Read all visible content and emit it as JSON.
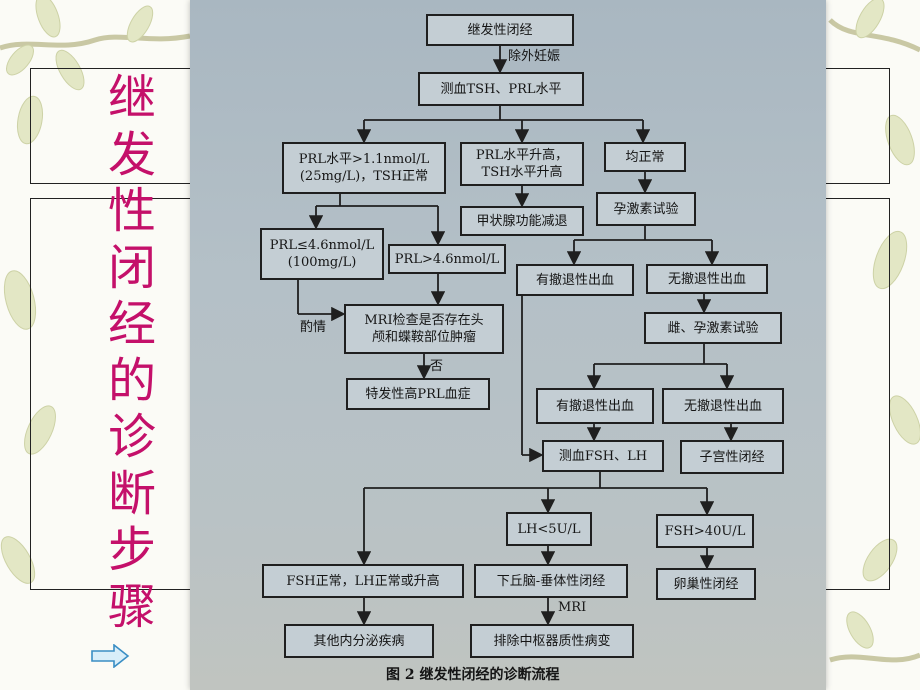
{
  "slide_title_chars": [
    "继",
    "发",
    "性",
    "闭",
    "经",
    "的",
    "诊",
    "断",
    "步",
    "骤"
  ],
  "colors": {
    "title": "#c4106a",
    "vine_leaf": "#e3e7c5",
    "vine_stem": "#c9c8a4",
    "arrow_fill": "#d9eef9",
    "arrow_stroke": "#3a8ec4"
  },
  "flowchart": {
    "caption": "图 2   继发性闭经的诊断流程",
    "nodes": {
      "n1": "继发性闭经",
      "n2": "测血TSH、PRL水平",
      "n3a": "PRL水平>1.1nmol/L",
      "n3b": "(25mg/L)，TSH正常",
      "n4a": "PRL水平升高，",
      "n4b": "TSH水平升高",
      "n5": "均正常",
      "n6": "甲状腺功能减退",
      "n7": "孕激素试验",
      "n8a": "PRL≤4.6nmol/L",
      "n8b": "(100mg/L)",
      "n9": "PRL>4.6nmol/L",
      "n10": "有撤退性出血",
      "n11": "无撤退性出血",
      "n12a": "MRI检查是否存在头",
      "n12b": "颅和蝶鞍部位肿瘤",
      "n13": "雌、孕激素试验",
      "n14": "特发性高PRL血症",
      "n15": "有撤退性出血",
      "n16": "无撤退性出血",
      "n17": "测血FSH、LH",
      "n18": "子宫性闭经",
      "n19": "LH<5U/L",
      "n20": "FSH>40U/L",
      "n21": "FSH正常，LH正常或升高",
      "n22": "下丘脑-垂体性闭经",
      "n23": "卵巢性闭经",
      "n24": "其他内分泌疾病",
      "n25": "排除中枢器质性病变"
    },
    "edge_labels": {
      "exclude_pregnancy": "除外妊娠",
      "as_appropriate": "酌情",
      "no": "否",
      "mri": "MRI"
    }
  }
}
